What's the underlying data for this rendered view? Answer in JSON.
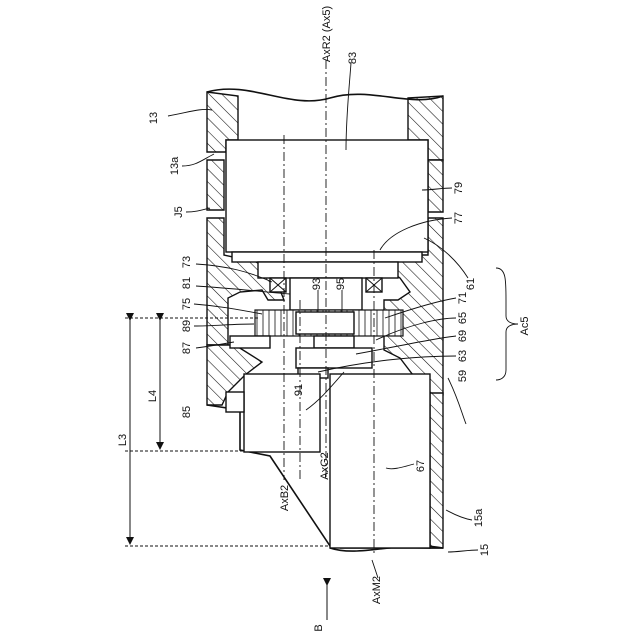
{
  "labels": {
    "l13": "13",
    "l13a": "13a",
    "lJ5": "J5",
    "l73": "73",
    "l81": "81",
    "l75": "75",
    "l89": "89",
    "l87": "87",
    "l85": "85",
    "lL4": "L4",
    "lL3": "L3",
    "lAxB2": "AxB2",
    "lAxG2": "AxG2",
    "lAxM2": "AxM2",
    "lB": "B",
    "lAxR2": "AxR2 (Ax5)",
    "l83": "83",
    "l79": "79",
    "l77": "77",
    "l61": "61",
    "l93": "93",
    "l95": "95",
    "l71": "71",
    "l65": "65",
    "l69": "69",
    "l63": "63",
    "l59": "59",
    "lAc5": "Ac5",
    "l91": "91",
    "l67": "67",
    "l15a": "15a",
    "l15": "15"
  }
}
